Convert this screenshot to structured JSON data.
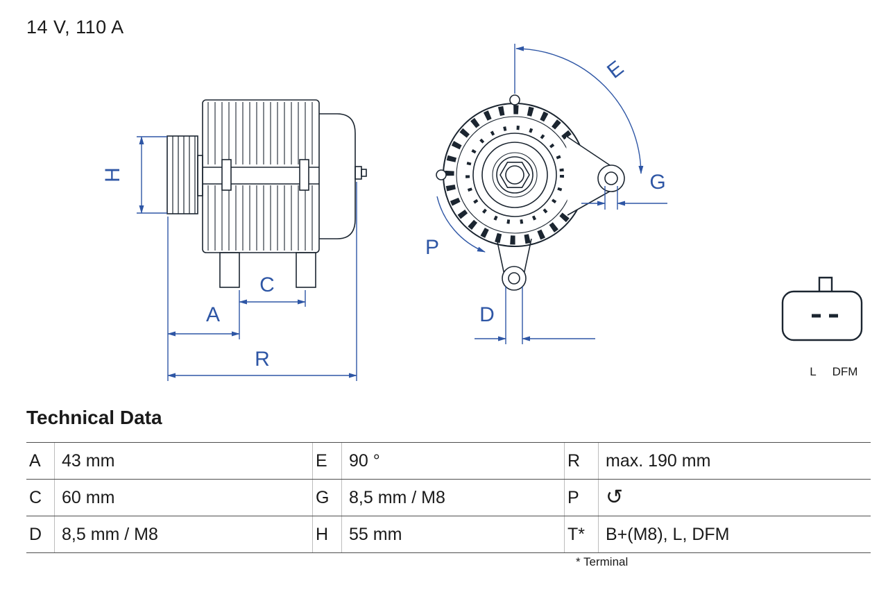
{
  "header": {
    "rating": "14 V, 110 A"
  },
  "diagram": {
    "dimension_labels": {
      "H": "H",
      "A": "A",
      "C": "C",
      "R": "R",
      "E": "E",
      "G": "G",
      "P": "P",
      "D": "D"
    },
    "connector_pins": {
      "left": "L",
      "right": "DFM"
    },
    "colors": {
      "line": "#1b2530",
      "dimension": "#2e56a5"
    }
  },
  "technical_data": {
    "title": "Technical Data",
    "rows": [
      [
        {
          "key": "A",
          "value": "43 mm"
        },
        {
          "key": "E",
          "value": "90 °"
        },
        {
          "key": "R",
          "value": "max. 190 mm"
        }
      ],
      [
        {
          "key": "C",
          "value": "60 mm"
        },
        {
          "key": "G",
          "value": "8,5 mm / M8"
        },
        {
          "key": "P",
          "value": "↺"
        }
      ],
      [
        {
          "key": "D",
          "value": "8,5 mm / M8"
        },
        {
          "key": "H",
          "value": "55 mm"
        },
        {
          "key": "T*",
          "value": "B+(M8), L, DFM"
        }
      ]
    ],
    "footnote": "* Terminal"
  }
}
